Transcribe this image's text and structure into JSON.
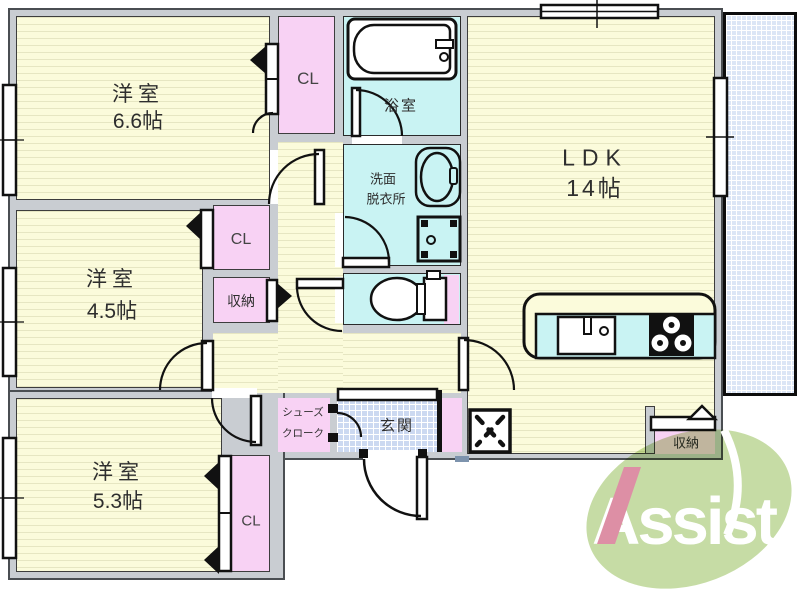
{
  "title": "apartment-floor-plan",
  "labels": {
    "room66_l1": "洋室",
    "room66_l2": "6.6帖",
    "room45_l1": "洋室",
    "room45_l2": "4.5帖",
    "room53_l1": "洋室",
    "room53_l2": "5.3帖",
    "ldk_l1": "LDK",
    "ldk_l2": "14帖",
    "bath": "浴室",
    "senmen_l1": "洗面",
    "senmen_l2": "脱衣所",
    "cl_top": "CL",
    "cl_mid": "CL",
    "cl_bottom": "CL",
    "shuno_mid": "収納",
    "shuno_ldk": "収納",
    "shoes_l1": "シューズ",
    "shoes_l2": "クローク",
    "genkan": "玄関"
  },
  "logo": {
    "text": "Assist"
  },
  "colors": {
    "room_yellow": "#fbfbdb",
    "stripe": "#e6e6c2",
    "closet_pink": "#f8d2f4",
    "wet_cyan": "#c9f3f3",
    "entry_blue": "#ccd9f1",
    "balcony_blue": "#dce6f6",
    "wall_gray": "#c9cdd2",
    "leaf_green": "#b8d48e",
    "logo_accent_pink": "#dd8fa5",
    "line_black": "#111111"
  }
}
